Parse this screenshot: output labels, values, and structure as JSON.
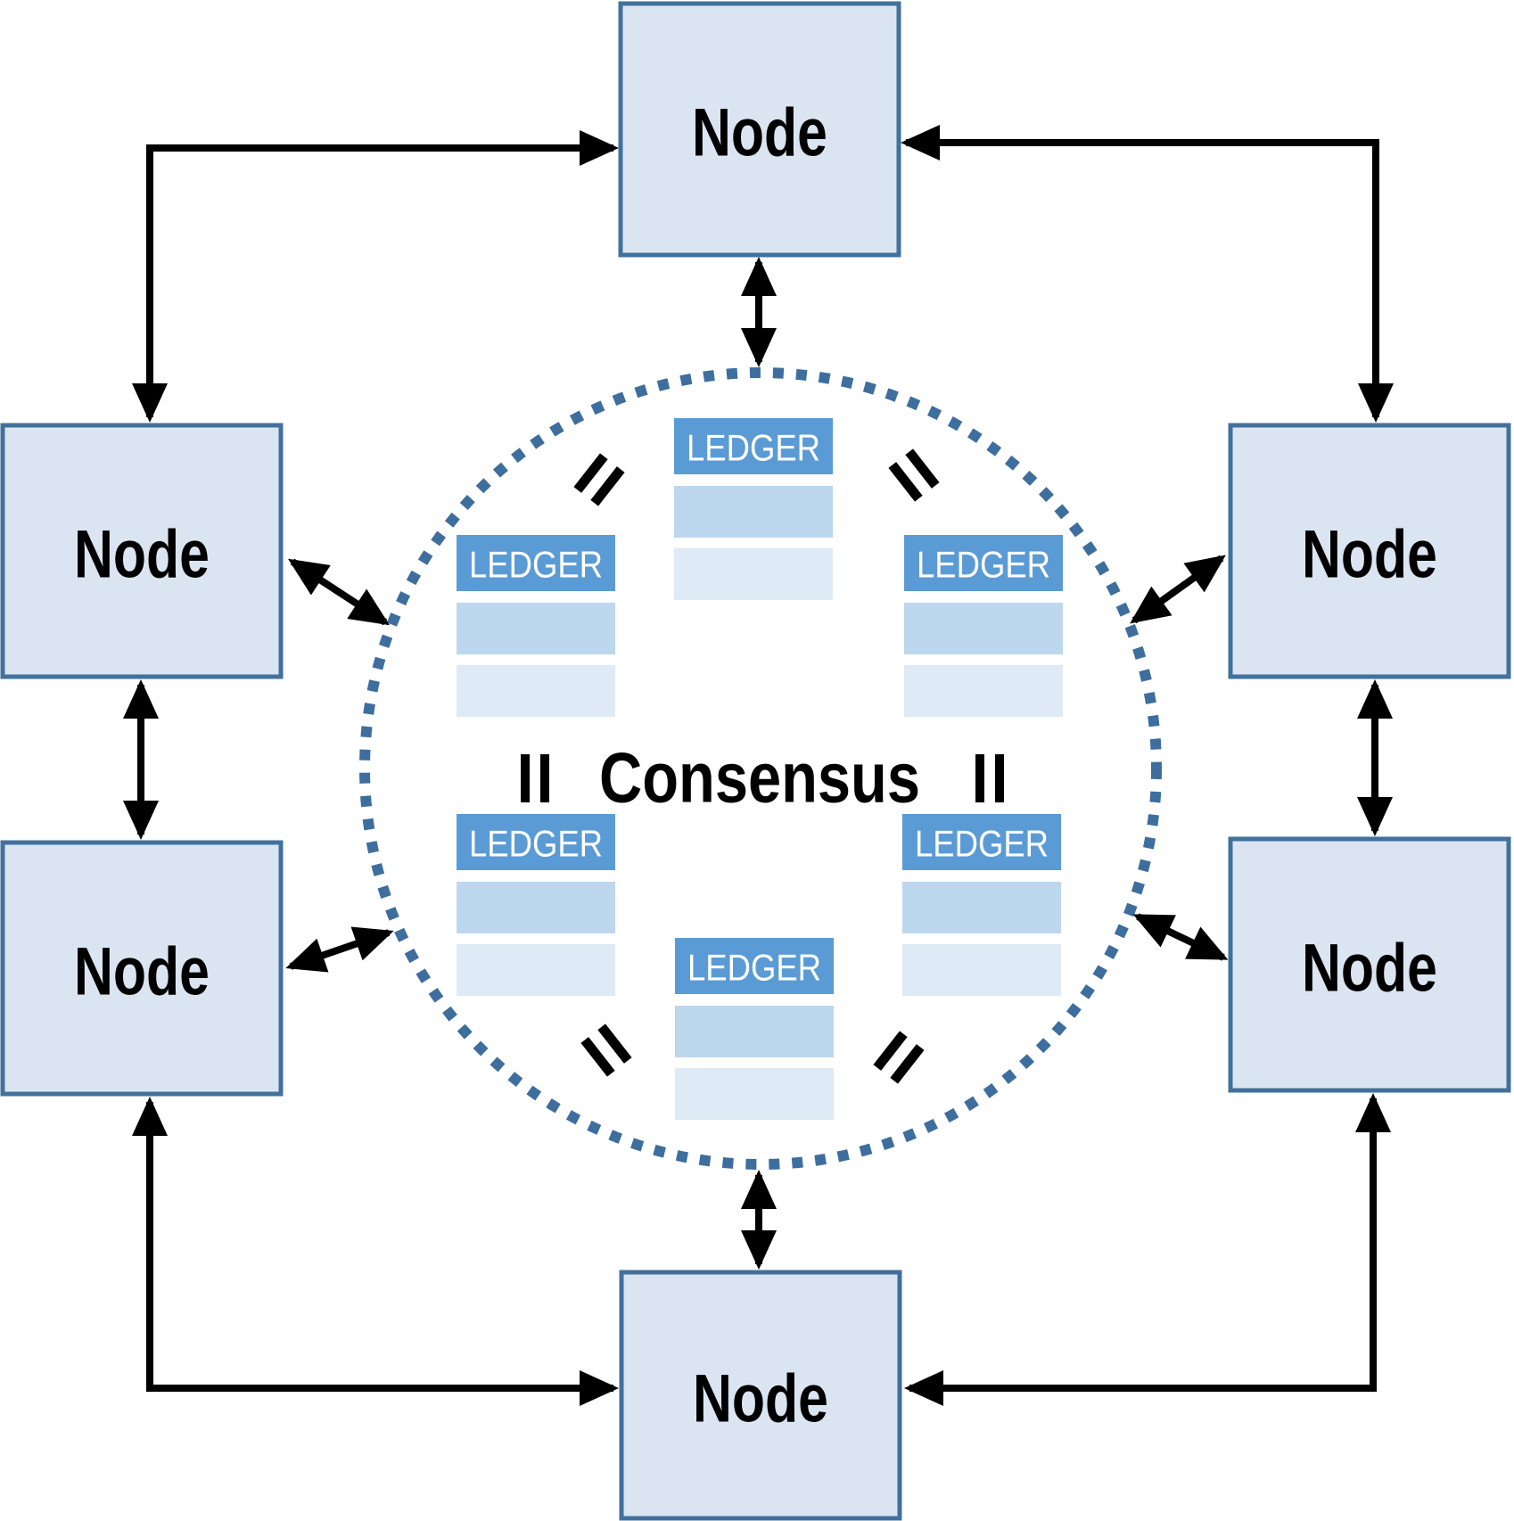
{
  "diagram": {
    "consensus_label": "Consensus",
    "ledger_label": "LEDGER",
    "equality_mark_symbol": "=",
    "nodes": [
      {
        "position": "top",
        "label": "Node"
      },
      {
        "position": "upper-left",
        "label": "Node"
      },
      {
        "position": "upper-right",
        "label": "Node"
      },
      {
        "position": "lower-left",
        "label": "Node"
      },
      {
        "position": "lower-right",
        "label": "Node"
      },
      {
        "position": "bottom",
        "label": "Node"
      }
    ],
    "ledgers": [
      {
        "position": "top",
        "label": "LEDGER",
        "rows": 2
      },
      {
        "position": "upper-left",
        "label": "LEDGER",
        "rows": 2
      },
      {
        "position": "upper-right",
        "label": "LEDGER",
        "rows": 2
      },
      {
        "position": "lower-left",
        "label": "LEDGER",
        "rows": 2
      },
      {
        "position": "lower-right",
        "label": "LEDGER",
        "rows": 2
      },
      {
        "position": "bottom",
        "label": "LEDGER",
        "rows": 2
      }
    ],
    "colors": {
      "node_fill": "#dbe5f1",
      "node_border": "#41719c",
      "ledger_header": "#5b9bd5",
      "ledger_row_mid": "#bdd7ee",
      "ledger_row_light": "#deeaf6",
      "circle_dots": "#3e6e9e",
      "arrows": "#000000",
      "text": "#000000",
      "ledger_text": "#ffffff"
    }
  }
}
